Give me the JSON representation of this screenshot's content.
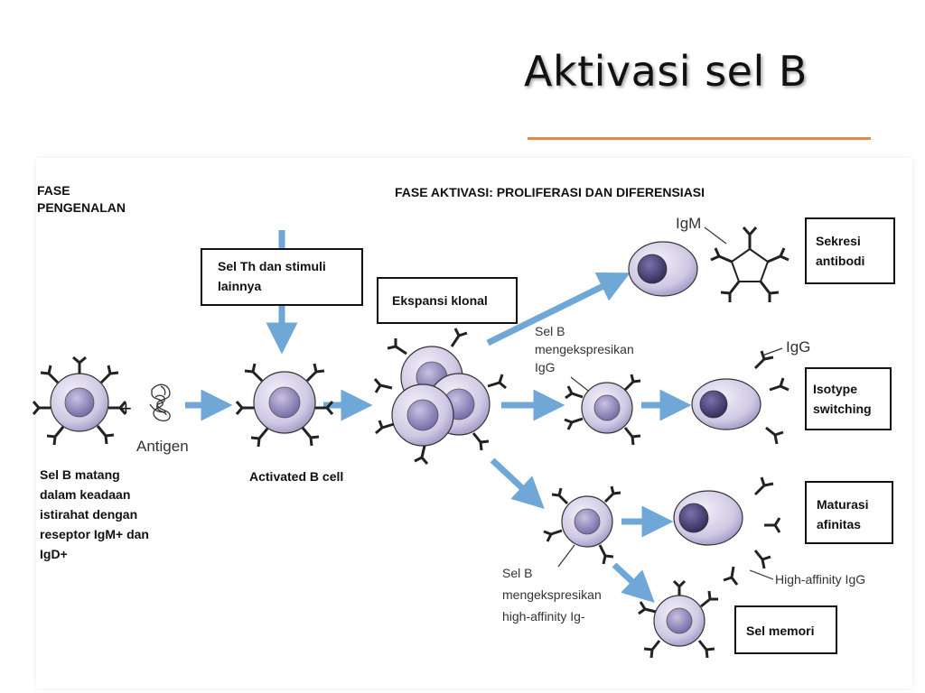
{
  "slide": {
    "title": "Aktivasi sel B"
  },
  "diagram": {
    "phase_recognition": [
      "FASE",
      "PENGENALAN"
    ],
    "phase_activation": "FASE AKTIVASI: PROLIFERASI DAN DIFERENSIASI",
    "th_box": [
      "Sel Th dan stimuli",
      "lainnya"
    ],
    "clonal_box": "Ekspansi klonal",
    "antigen_label": "Antigen",
    "plus_sign": "+",
    "mature_b_label": [
      "Sel B matang",
      "dalam keadaan",
      "istirahat dengan",
      "reseptor IgM+ dan",
      "IgD+"
    ],
    "activated_b_label": "Activated B cell",
    "igg_expressing_label": [
      "Sel B",
      "mengekspresikan",
      "IgG"
    ],
    "high_affinity_expressing_label": [
      "Sel B",
      "mengekspresikan",
      "high-affinity Ig-"
    ],
    "igm_label": "IgM",
    "igg_label": "IgG",
    "high_affinity_igg_label": "High-affinity IgG",
    "outcome_antibody": [
      "Sekresi",
      "antibodi"
    ],
    "outcome_isotype": [
      "Isotype",
      "switching"
    ],
    "outcome_affinity": [
      "Maturasi",
      "afinitas"
    ],
    "outcome_memory": "Sel memori"
  },
  "colors": {
    "arrow": "#6fa7d6",
    "cell_fill": "#d9d3ea",
    "nucleus": "#8b83b4",
    "accent_rule": "#e08a4a"
  }
}
